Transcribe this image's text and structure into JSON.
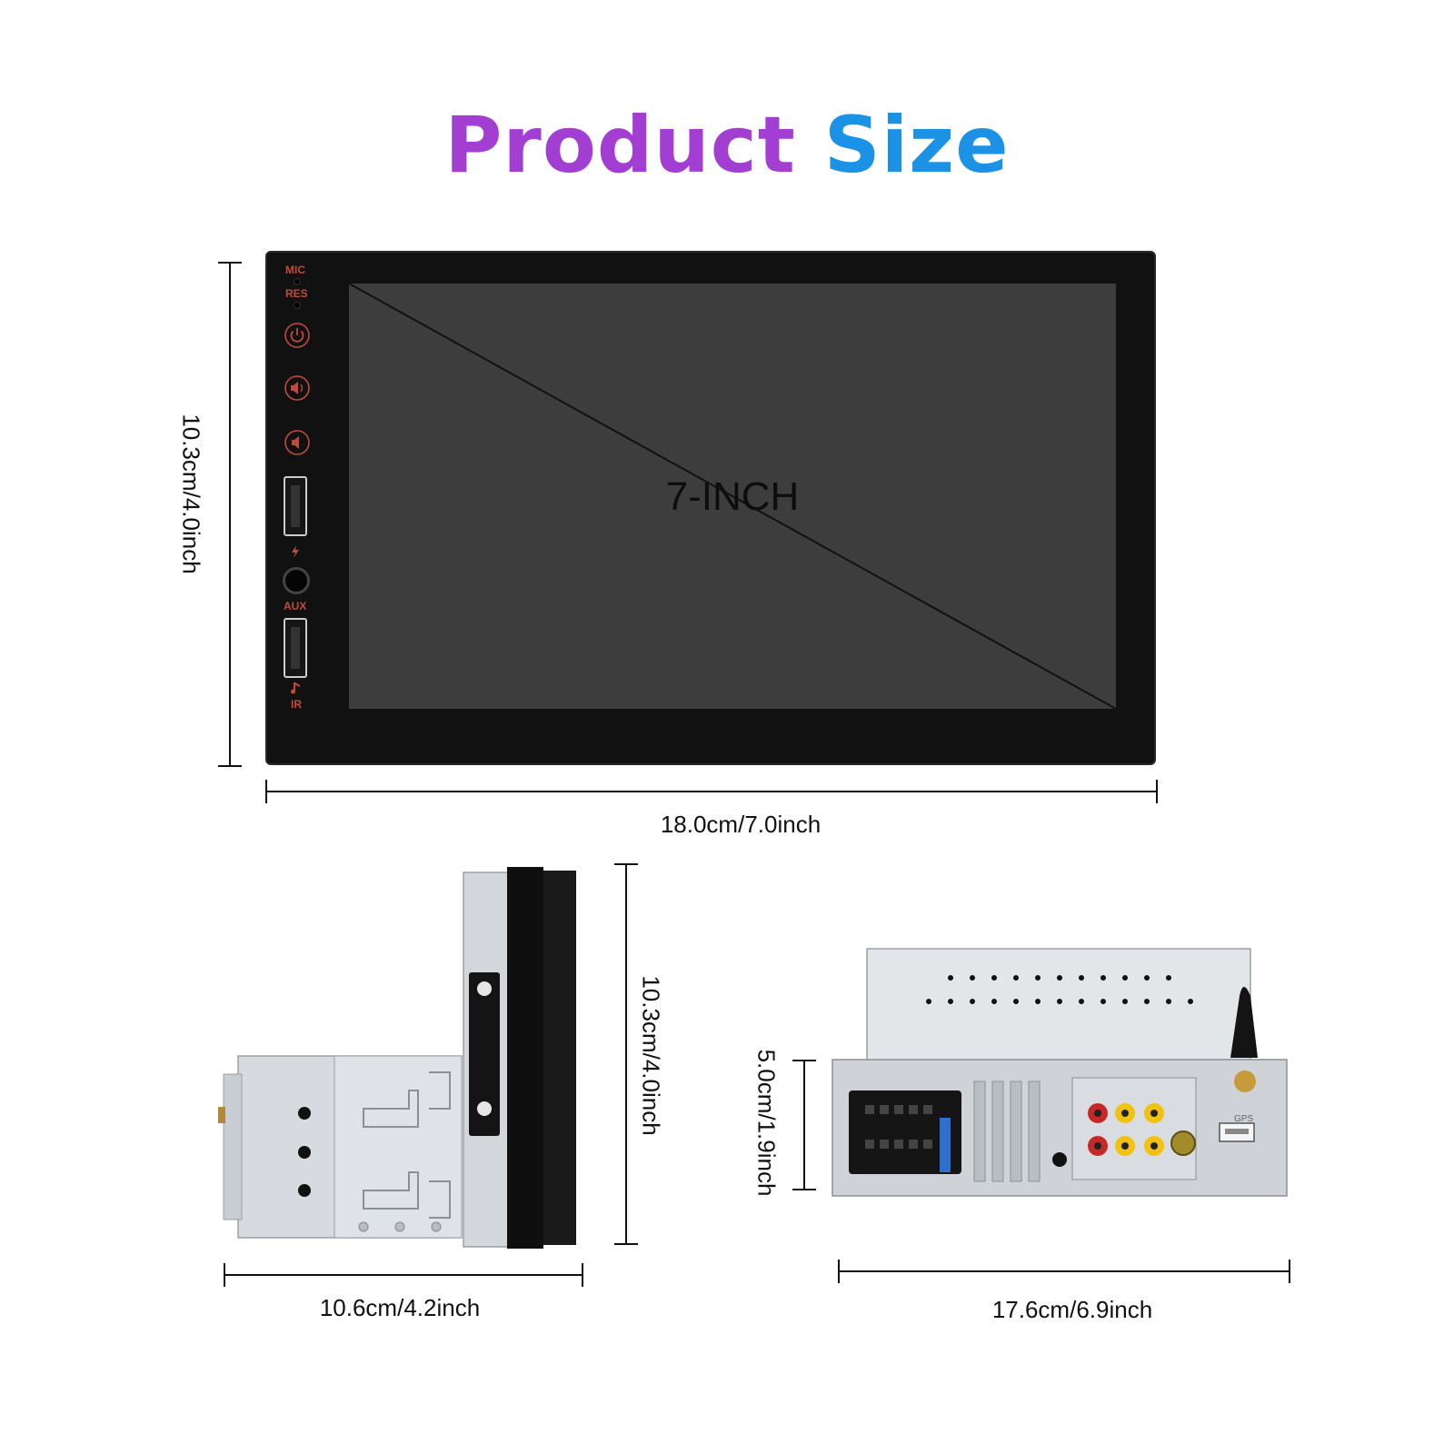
{
  "title": {
    "word1": "Product",
    "word2": "Size"
  },
  "front": {
    "screen_label": "7-INCH",
    "buttons": {
      "mic": "MIC",
      "res": "RES",
      "aux": "AUX",
      "ir": "IR"
    },
    "height_label": "10.3cm/4.0inch",
    "width_label": "18.0cm/7.0inch"
  },
  "side": {
    "height_label": "10.3cm/4.0inch",
    "depth_label": "10.6cm/4.2inch"
  },
  "back": {
    "height_label": "5.0cm/1.9inch",
    "width_label": "17.6cm/6.9inch",
    "gps_label": "GPS"
  },
  "colors": {
    "title_purple": "#a23fd2",
    "title_blue": "#1b92e6",
    "button_red": "#c24a3a"
  }
}
